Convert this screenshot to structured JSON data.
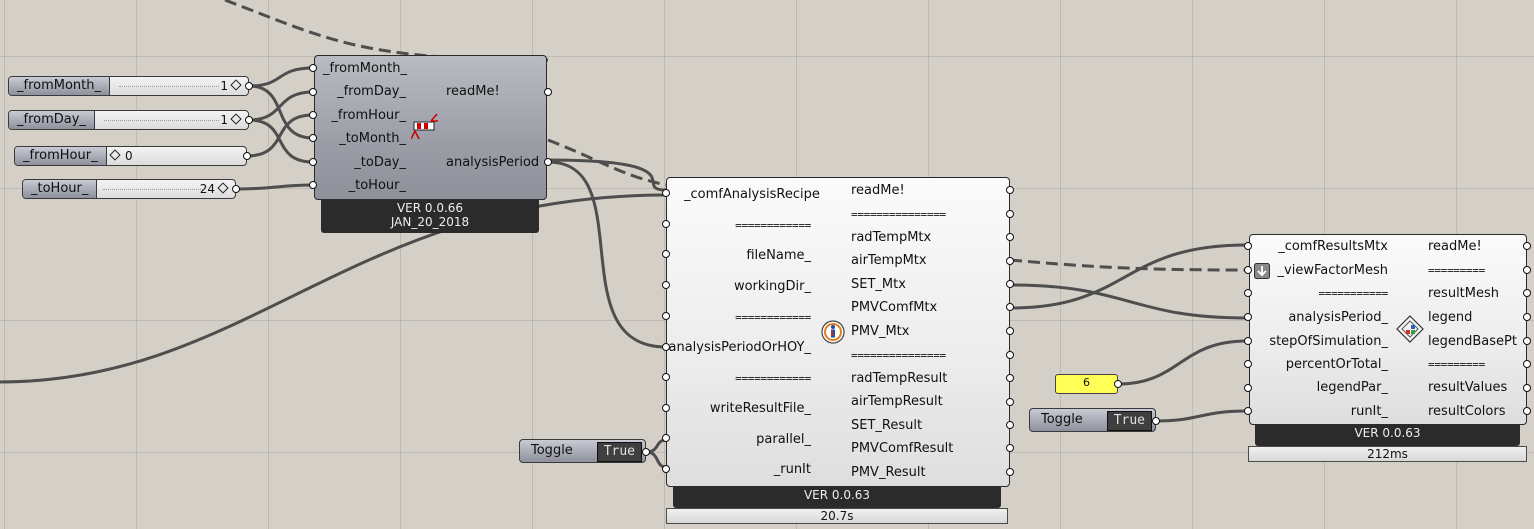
{
  "sliders": [
    {
      "name": "_fromMonth_",
      "value": "1"
    },
    {
      "name": "_fromDay_",
      "value": "1"
    },
    {
      "name": "_fromHour_",
      "value": "0"
    },
    {
      "name": "_toHour_",
      "value": "24"
    }
  ],
  "analysisPeriod": {
    "inputs": [
      "_fromMonth_",
      "_fromDay_",
      "_fromHour_",
      "_toMonth_",
      "_toDay_",
      "_toHour_"
    ],
    "outputs": [
      "readMe!",
      "analysisPeriod"
    ],
    "version": "VER 0.0.66",
    "date": "JAN_20_2018"
  },
  "recipe": {
    "inputs": [
      "_comfAnalysisRecipe",
      "============",
      "fileName_",
      "workingDir_",
      "============",
      "analysisPeriodOrHOY_",
      "============",
      "writeResultFile_",
      "parallel_",
      "_runIt"
    ],
    "outputs": [
      "readMe!",
      "===============",
      "radTempMtx",
      "airTempMtx",
      "SET_Mtx",
      "PMVComfMtx",
      "PMV_Mtx",
      "===============",
      "radTempResult",
      "airTempResult",
      "SET_Result",
      "PMVComfResult",
      "PMV_Result"
    ],
    "version": "VER 0.0.63",
    "time": "20.7s"
  },
  "results": {
    "inputs": [
      "_comfResultsMtx",
      "_viewFactorMesh",
      "===========",
      "analysisPeriod_",
      "stepOfSimulation_",
      "percentOrTotal_",
      "legendPar_",
      "runIt_"
    ],
    "outputs": [
      "readMe!",
      "=========",
      "resultMesh",
      "legend",
      "legendBasePt",
      "=========",
      "resultValues",
      "resultColors"
    ],
    "version": "VER 0.0.63",
    "time": "212ms"
  },
  "toggles": [
    {
      "label": "Toggle",
      "value": "True"
    },
    {
      "label": "Toggle",
      "value": "True"
    }
  ],
  "panel": {
    "value": "6"
  },
  "colors": {
    "canvas": "#d4d0c8",
    "wire": "#505050",
    "panel": "#ffff55"
  }
}
